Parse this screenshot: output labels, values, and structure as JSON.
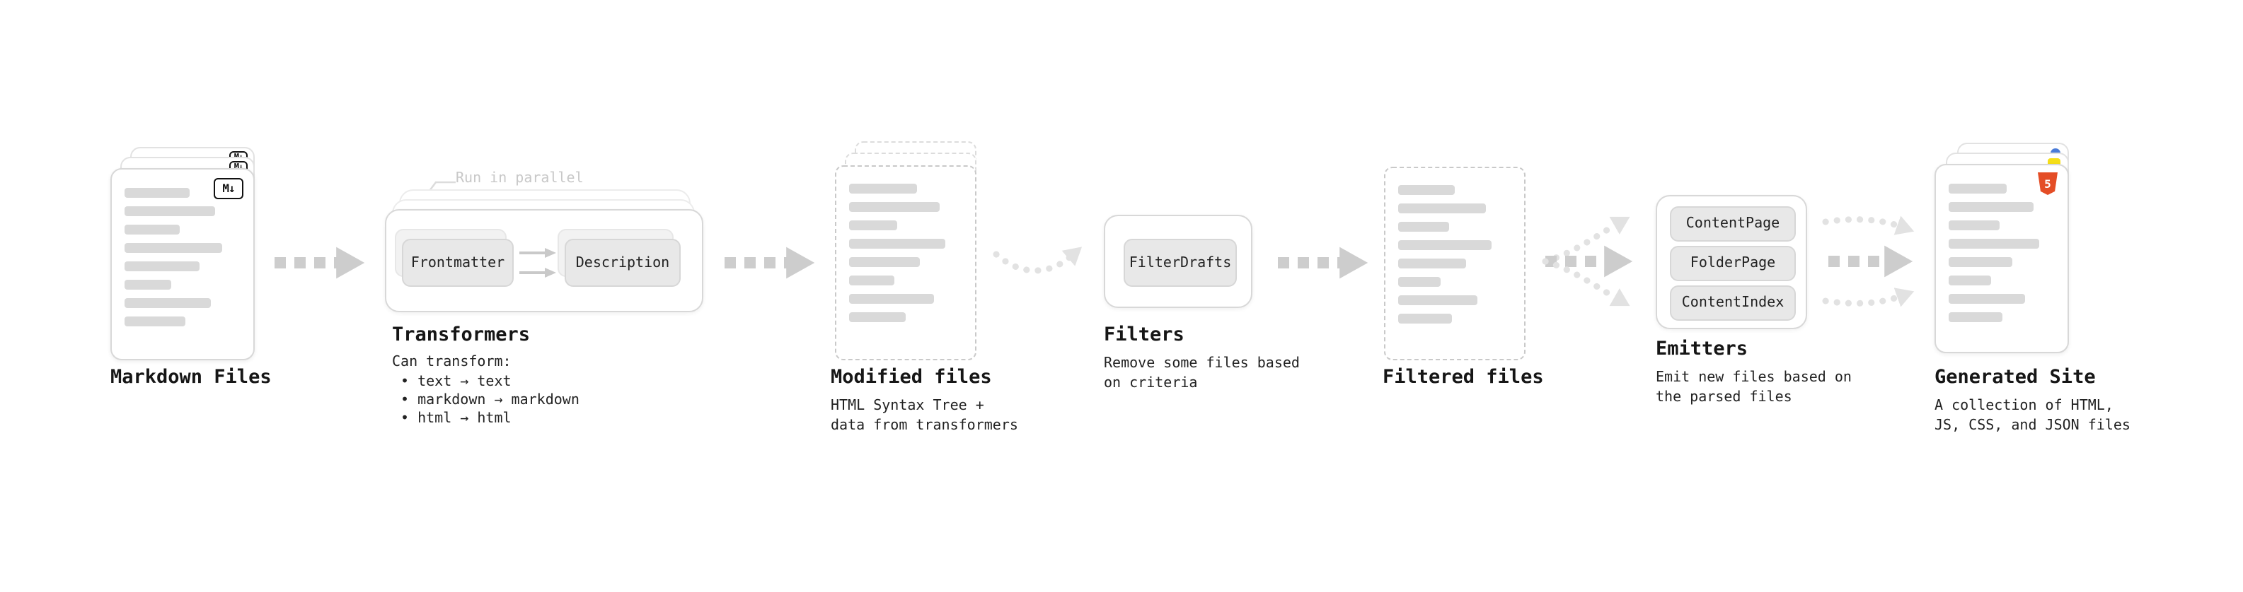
{
  "colors": {
    "background": "#ffffff",
    "card_border": "#d8d8d8",
    "dashed_border": "#c9c9c9",
    "skeleton_bar": "#d9d9d9",
    "chip_bg": "#e8e8e8",
    "chip_border": "#d7d7d7",
    "chip_text": "#222222",
    "arrow": "#cdcdcd",
    "arrow_light": "#e2e2e2",
    "title_text": "#161616",
    "caption_text": "#222222",
    "note_text": "#c8c8c8",
    "badge_border": "#111111",
    "html5_orange": "#e44d26",
    "js_yellow": "#f5de19",
    "css_blue": "#4a7bd8"
  },
  "markdown_files": {
    "label": "Markdown Files",
    "badge": "M↓"
  },
  "transformers": {
    "note": "Run in parallel",
    "chips": [
      "Frontmatter",
      "Description"
    ],
    "label": "Transformers",
    "caption_title": "Can transform:",
    "bullets": [
      "• text → text",
      "• markdown → markdown",
      "• html → html"
    ]
  },
  "modified_files": {
    "label": "Modified files",
    "caption": "HTML Syntax Tree +\ndata from transformers"
  },
  "filters": {
    "chips": [
      "FilterDrafts"
    ],
    "label": "Filters",
    "caption": "Remove some files based\non criteria"
  },
  "filtered_files": {
    "label": "Filtered files"
  },
  "emitters": {
    "chips": [
      "ContentPage",
      "FolderPage",
      "ContentIndex"
    ],
    "label": "Emitters",
    "caption": "Emit new files based on\nthe parsed files"
  },
  "generated_site": {
    "label": "Generated Site",
    "badge": "5",
    "caption": "A collection of HTML,\nJS, CSS, and JSON files"
  }
}
